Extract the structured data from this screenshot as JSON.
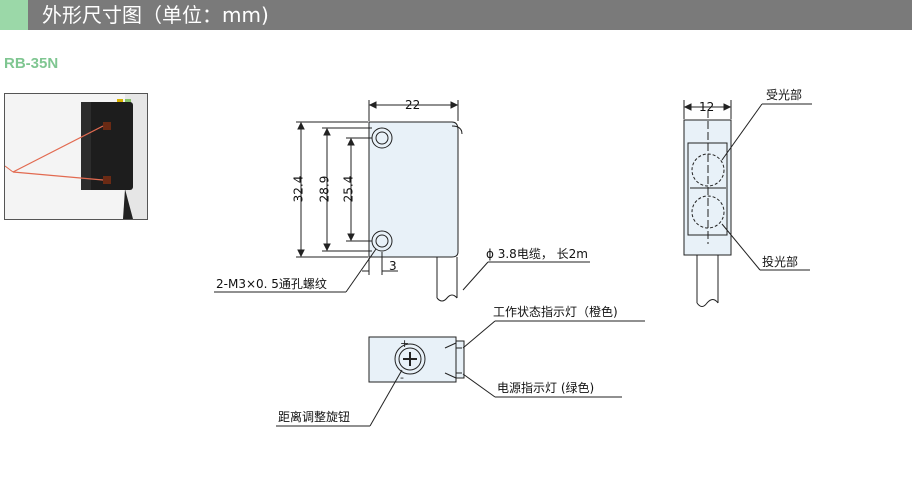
{
  "header": {
    "title": "外形尺寸图（单位：mm)"
  },
  "model": "RB-35N",
  "dimensions": {
    "width_front": "22",
    "height_total": "32.4",
    "hole_pitch_outer": "28.9",
    "hole_pitch_inner": "25.4",
    "offset": "3",
    "width_side": "12"
  },
  "labels": {
    "screw": "2-M3×0. 5通孔螺纹",
    "cable": "ϕ 3.8电缆， 长2m",
    "receiver": "受光部",
    "emitter": "投光部",
    "status_led": "工作状态指示灯（橙色)",
    "power_led": "电源指示灯 (绿色)",
    "knob": "距离调整旋钮"
  },
  "colors": {
    "header_bg": "#7a7a7a",
    "header_accent": "#9bd8a8",
    "model_text": "#7fc691",
    "body_fill": "#e8f1f8"
  }
}
